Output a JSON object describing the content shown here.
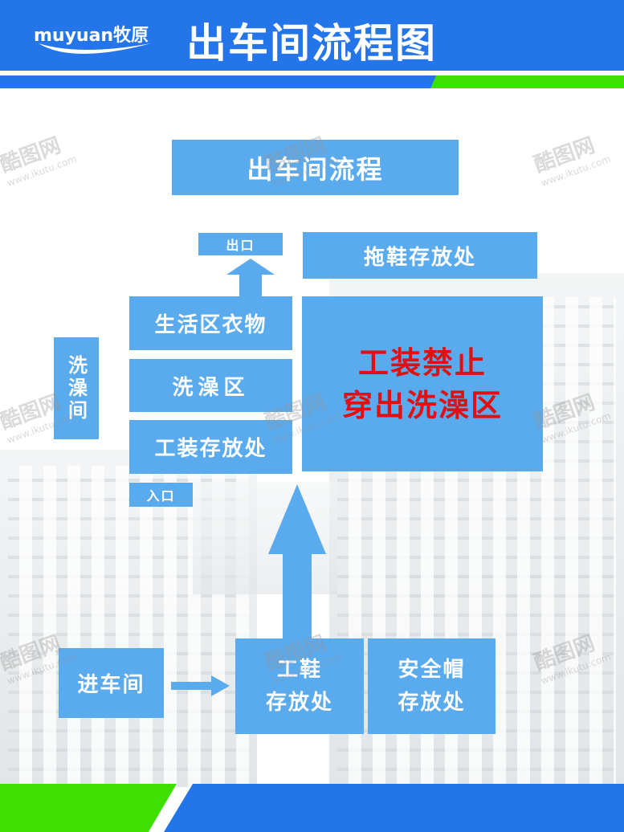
{
  "header": {
    "logo": "muyuan牧原",
    "title": "出车间流程图"
  },
  "colors": {
    "brand_blue": "#2575ea",
    "box_blue": "#5aaaee",
    "green": "#3fe000",
    "warning_red": "#e01010"
  },
  "diagram": {
    "title": "出车间流程",
    "exit": "出口",
    "slippers": "拖鞋存放处",
    "living_clothes": "生活区衣物",
    "shower_area": "洗澡区",
    "uniform_storage": "工装存放处",
    "entrance": "入口",
    "shower_room": "洗澡间",
    "warning_line1": "工装禁止",
    "warning_line2": "穿出洗澡区",
    "enter_workshop": "进车间",
    "work_shoes_line1": "工鞋",
    "work_shoes_line2": "存放处",
    "helmet_line1": "安全帽",
    "helmet_line2": "存放处"
  },
  "watermark": {
    "name": "酷图网",
    "url": "www.ikutu.com"
  }
}
